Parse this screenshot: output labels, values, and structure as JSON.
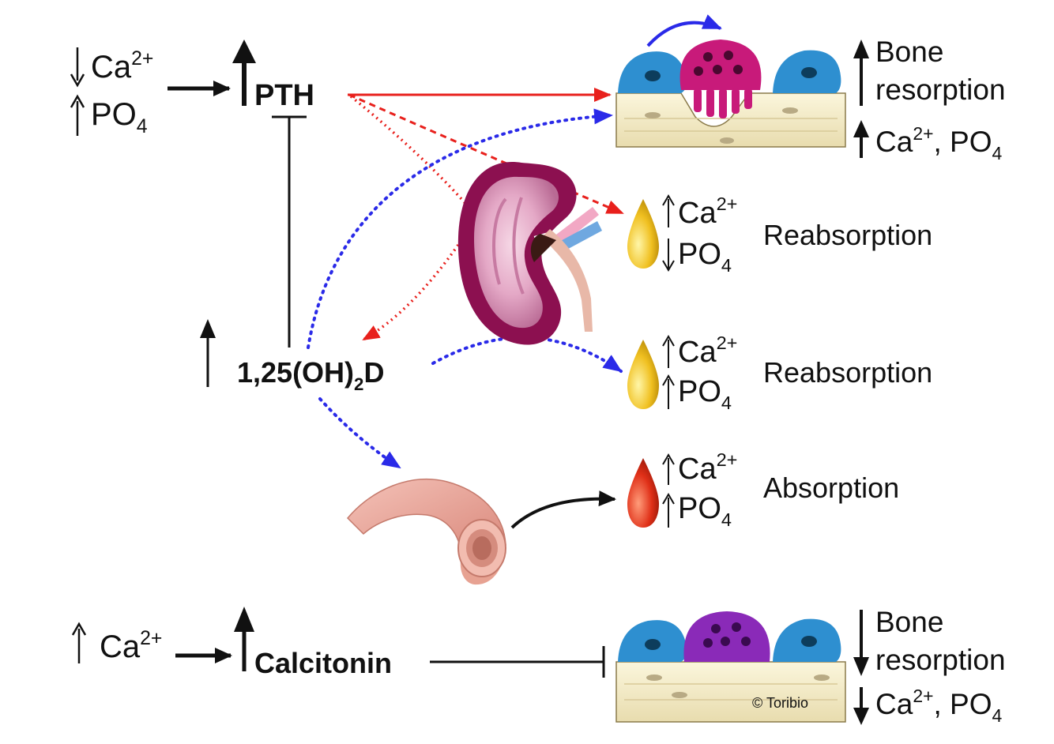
{
  "left": {
    "ca_symbol": "Ca",
    "ca_charge": "2+",
    "po4_symbol": "PO",
    "po4_sub": "4",
    "pth": "PTH",
    "vitd_prefix": "1,25(OH)",
    "vitd_sub": "2",
    "vitd_suffix": "D",
    "calcitonin": "Calcitonin"
  },
  "bone_top": {
    "line1": "Bone",
    "line2": "resorption",
    "ions_ca": "Ca",
    "ions_charge": "2+",
    "ions_po": ", PO",
    "ions_sub": "4"
  },
  "kidney_pth": {
    "ca": "Ca",
    "ca_charge": "2+",
    "po": "PO",
    "po_sub": "4",
    "label": "Reabsorption"
  },
  "kidney_vitd": {
    "ca": "Ca",
    "ca_charge": "2+",
    "po": "PO",
    "po_sub": "4",
    "label": "Reabsorption"
  },
  "intestine": {
    "ca": "Ca",
    "ca_charge": "2+",
    "po": "PO",
    "po_sub": "4",
    "label": "Absorption"
  },
  "bone_bottom": {
    "line1": "Bone",
    "line2": "resorption",
    "ions_ca": "Ca",
    "ions_charge": "2+",
    "ions_po": ", PO",
    "ions_sub": "4",
    "copyright": "© Toribio"
  },
  "colors": {
    "pth_arrow": "#e8201c",
    "vitd_arrow": "#2a2ae8",
    "osteoblast": "#2e8fd0",
    "osteoclast": "#c81a7a",
    "osteoclast_inactive": "#8a2ab8",
    "bone_matrix": "#f5efc8",
    "kidney": "#8c1050",
    "drop_yellow": "#f0c020",
    "drop_red": "#e03018",
    "intestine": "#eba59a"
  }
}
